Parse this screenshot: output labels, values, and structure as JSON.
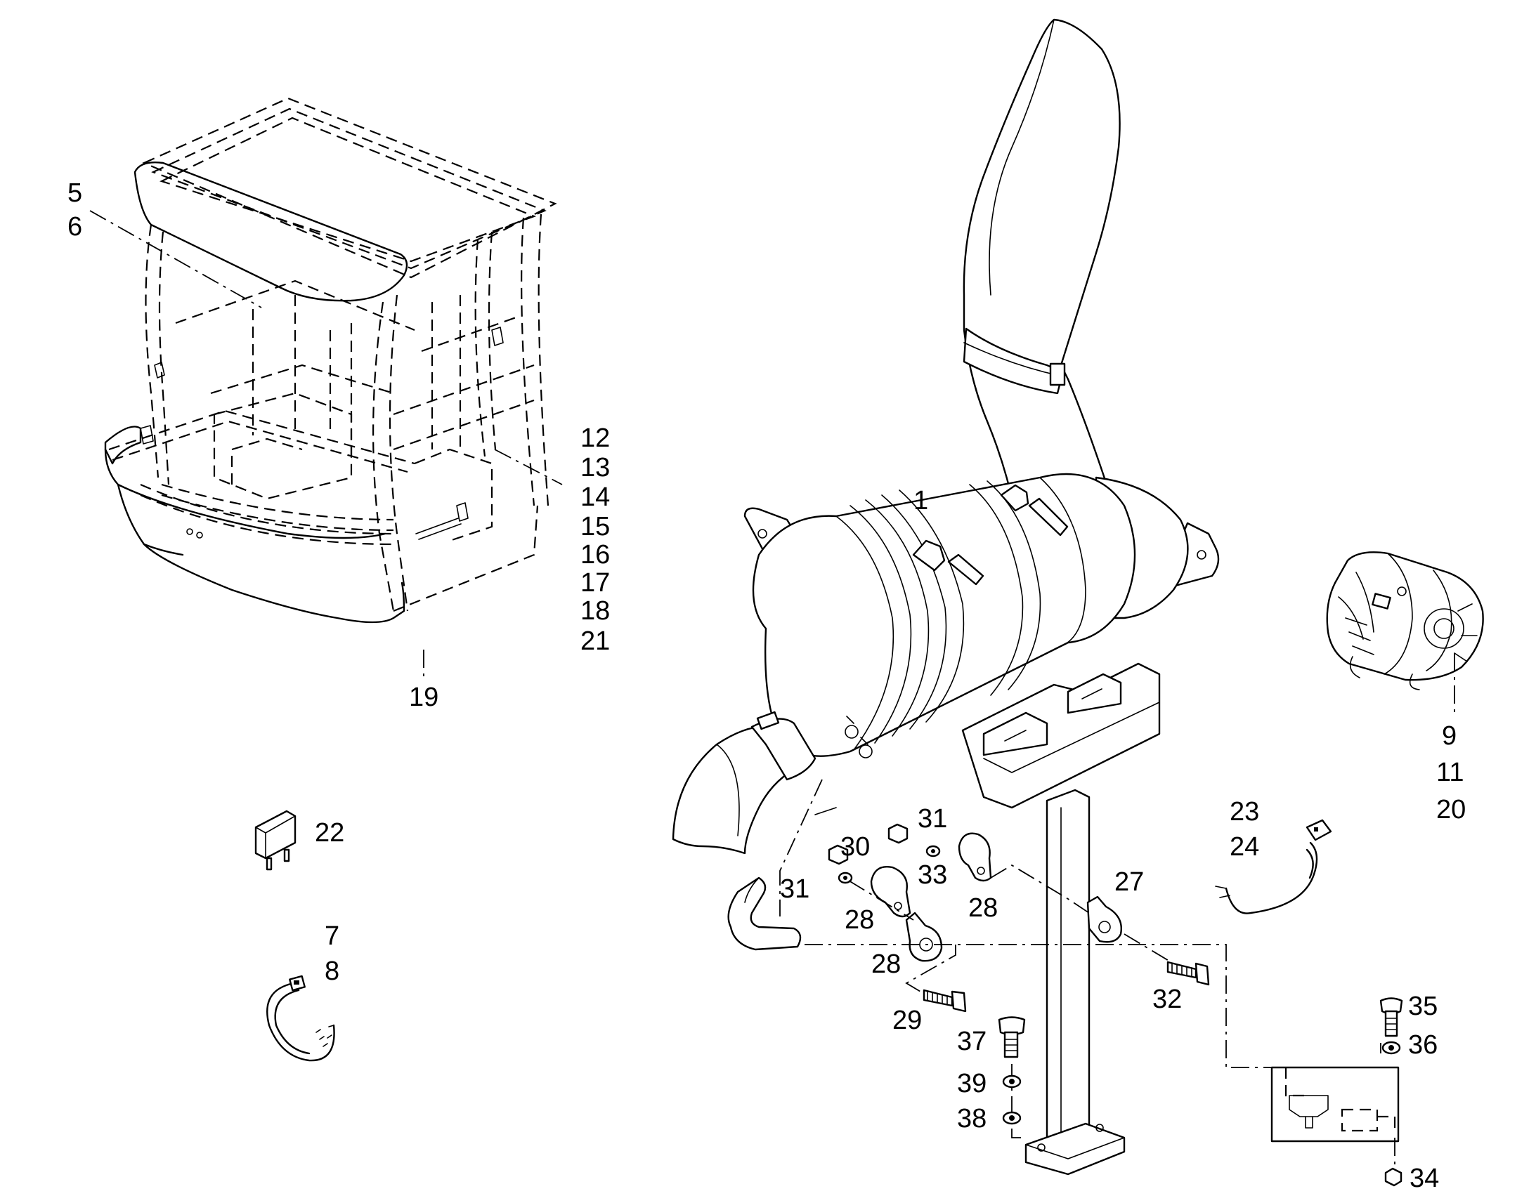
{
  "diagram": {
    "callouts": {
      "c1": "1",
      "c5": "5",
      "c6": "6",
      "c7": "7",
      "c8": "8",
      "c9": "9",
      "c11": "11",
      "c12": "12",
      "c13": "13",
      "c14": "14",
      "c15": "15",
      "c16": "16",
      "c17": "17",
      "c18": "18",
      "c19": "19",
      "c20": "20",
      "c21": "21",
      "c22": "22",
      "c23": "23",
      "c24": "24",
      "c27": "27",
      "c28a": "28",
      "c28b": "28",
      "c28c": "28",
      "c29": "29",
      "c30": "30",
      "c31a": "31",
      "c31b": "31",
      "c32": "32",
      "c33": "33",
      "c34": "34",
      "c35": "35",
      "c36": "36",
      "c37": "37",
      "c38": "38",
      "c39": "39"
    }
  }
}
